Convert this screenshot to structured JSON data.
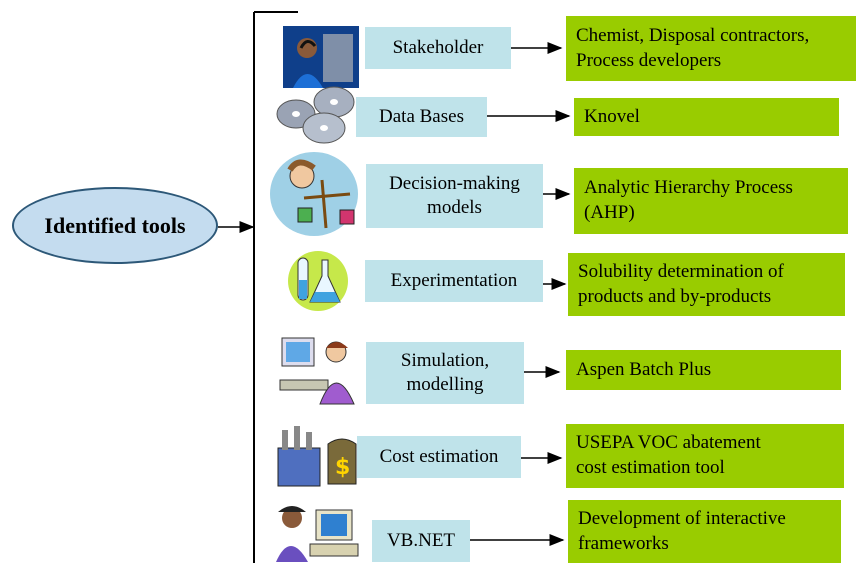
{
  "root": {
    "label": "Identified tools"
  },
  "tools": [
    {
      "label": "Stakeholder",
      "result": "Chemist, Disposal contractors,\nProcess developers",
      "icon": "stakeholder-photo-icon"
    },
    {
      "label": "Data Bases",
      "result": "Knovel",
      "icon": "discs-icon"
    },
    {
      "label": "Decision-making\nmodels",
      "result": "Analytic Hierarchy Process\n(AHP)",
      "icon": "scales-icon"
    },
    {
      "label": "Experimentation",
      "result": "Solubility determination of\nproducts and by-products",
      "icon": "lab-flask-icon"
    },
    {
      "label": "Simulation,\nmodelling",
      "result": "Aspen Batch Plus",
      "icon": "computer-user-icon"
    },
    {
      "label": "Cost estimation",
      "result": "USEPA VOC abatement\ncost estimation tool",
      "icon": "cost-factory-icon"
    },
    {
      "label": "VB.NET",
      "result": "Development of interactive\nframeworks",
      "icon": "programmer-icon"
    }
  ],
  "colors": {
    "tool_fill": "#bfe3ea",
    "result_fill": "#99cc00",
    "root_fill": "#c4dcef",
    "root_border": "#2d5878"
  }
}
